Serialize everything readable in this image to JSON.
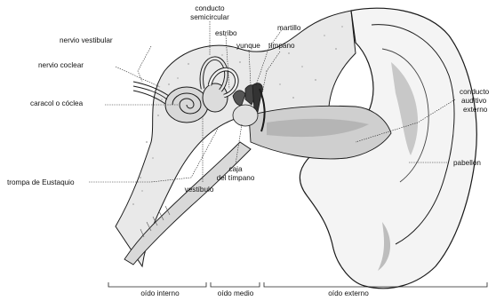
{
  "labels": {
    "conducto_semicircular_1": "conducto",
    "conducto_semicircular_2": "semicircular",
    "nervio_vestibular": "nervio vestibular",
    "estribo": "estribo",
    "martillo": "martillo",
    "yunque": "yunque",
    "timpano": "tímpano",
    "nervio_coclear": "nervio coclear",
    "caracol": "caracol o cóclea",
    "conducto_auditivo_1": "conducto",
    "conducto_auditivo_2": "auditivo",
    "conducto_auditivo_3": "externo",
    "trompa": "trompa de Eustaquio",
    "caja_1": "caja",
    "caja_2": "del tímpano",
    "vestibulo": "vestíbulo",
    "pabellon": "pabellón",
    "oido_interno": "oído interno",
    "oido_medio": "oído medio",
    "oido_externo": "oído externo"
  },
  "colors": {
    "ink": "#1a1a1a",
    "bone_fill": "#e6e6e6",
    "canal_fill": "#cfcfcf",
    "skin_fill": "#f3f3f3"
  }
}
